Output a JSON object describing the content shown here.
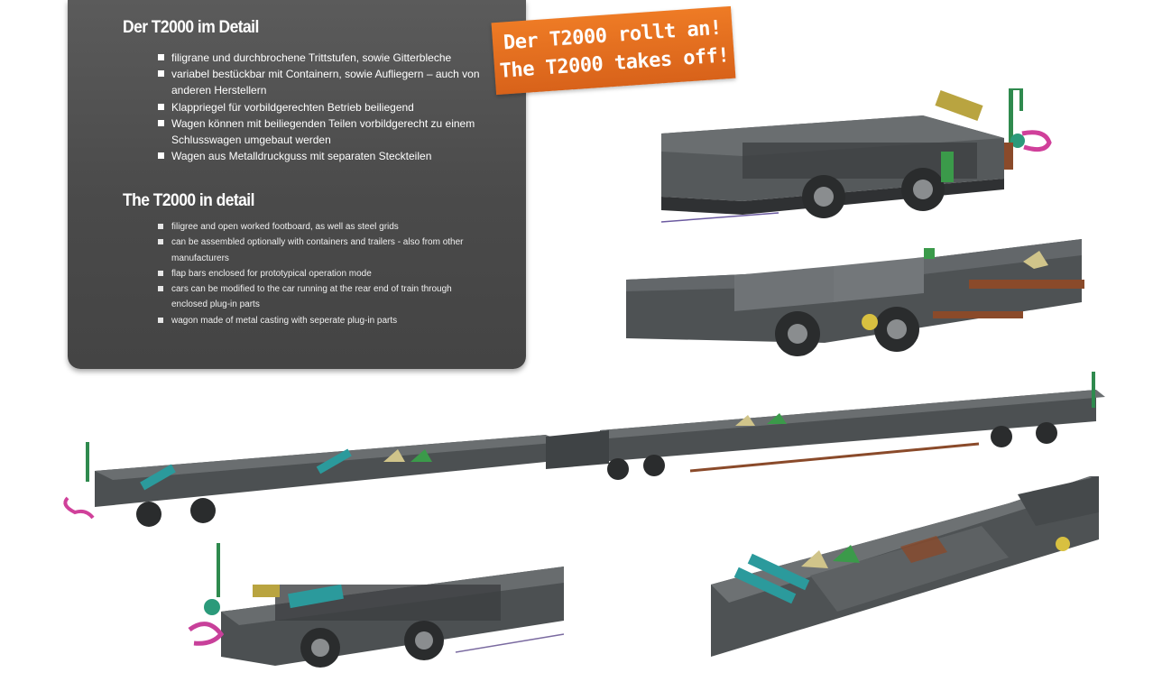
{
  "panel": {
    "german": {
      "heading": "Der T2000 im Detail",
      "bullets": [
        "filigrane und durchbrochene Trittstufen, sowie Gitterbleche",
        "variabel bestückbar mit Containern, sowie Aufliegern – auch von anderen Herstellern",
        "Klappriegel für vorbildgerechten Betrieb beiliegend",
        "Wagen können mit beiliegenden Teilen vorbildgerecht zu einem Schlusswagen umgebaut werden",
        "Wagen aus Metalldruckguss mit separaten Steckteilen"
      ]
    },
    "english": {
      "heading": "The T2000 in detail",
      "bullets": [
        "filigree and open worked footboard, as well as steel grids",
        "can be assembled optionally with containers and trailers - also from other manufacturers",
        "flap bars enclosed for prototypical operation mode",
        "cars can be modified to the car running at the rear end of train through enclosed plug-in parts",
        "wagon made of metal casting with seperate plug-in parts"
      ]
    }
  },
  "badge": {
    "line1": "Der T2000 rollt an!",
    "line2": "The T2000 takes off!",
    "color": "#e06d1f"
  },
  "colors": {
    "frame": "#4a4d4f",
    "frame_dark": "#2f3133",
    "teal": "#2b9a9c",
    "green": "#3b9a4a",
    "brown": "#8a4a2a",
    "magenta": "#c8409a",
    "yellow": "#d8c040"
  }
}
